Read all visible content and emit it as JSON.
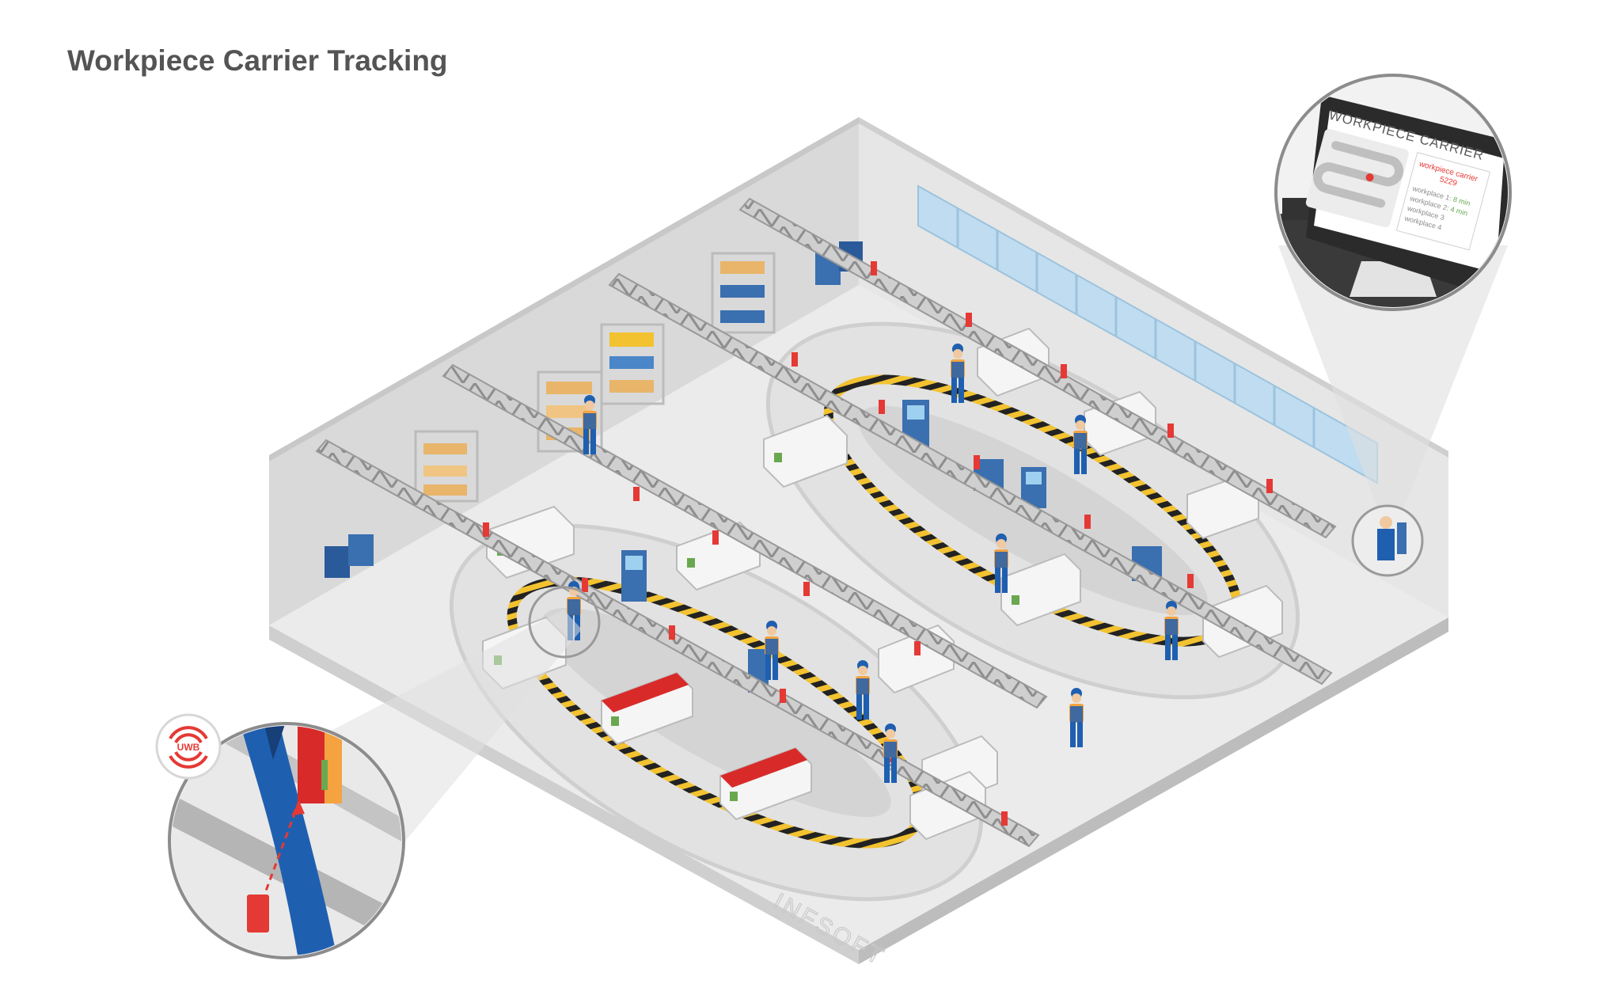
{
  "title": "Workpiece Carrier Tracking",
  "screen": {
    "heading": "WORKPIECE CARRIER",
    "carrier_label": "workpiece carrier",
    "carrier_id": "5229",
    "rows": [
      {
        "label": "workplace 1:",
        "value": "8 min"
      },
      {
        "label": "workplace 2:",
        "value": "4 min"
      },
      {
        "label": "workplace 3",
        "value": ""
      },
      {
        "label": "workplace 4",
        "value": ""
      }
    ]
  },
  "uwb_badge": "UWB",
  "watermark": "INFSOFT",
  "colors": {
    "accent_red": "#e53935",
    "worker_blue": "#1f5fb0",
    "worker_orange": "#f4a340",
    "floor": "#ebebeb",
    "wall": "#dcdcdc"
  }
}
